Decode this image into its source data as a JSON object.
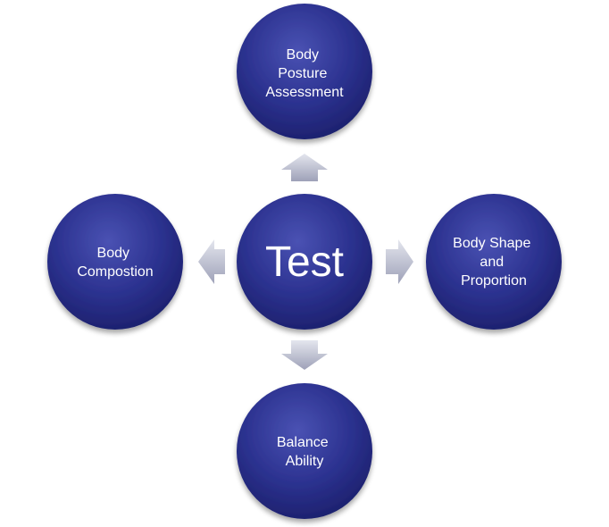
{
  "center": {
    "label": "Test"
  },
  "nodes": {
    "top": {
      "lines": [
        "Body",
        "Posture",
        "Assessment"
      ]
    },
    "right": {
      "lines": [
        "Body Shape",
        "and",
        "Proportion"
      ]
    },
    "bottom": {
      "lines": [
        "Balance",
        "Ability"
      ]
    },
    "left": {
      "lines": [
        "Body",
        "Compostion"
      ]
    }
  },
  "colors": {
    "circle_light": "#3f47a8",
    "circle_dark": "#1b1f6a",
    "arrow_light": "#dcdee8",
    "arrow_dark": "#a3a6bd",
    "text": "#ffffff"
  }
}
